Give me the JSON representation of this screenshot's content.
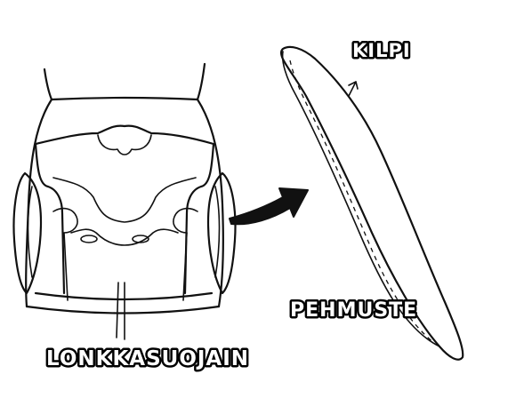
{
  "labels": {
    "hip_protector": "LONKKASUOJAIN",
    "shield": "KILPI",
    "padding": "PEHMUSTE"
  }
}
